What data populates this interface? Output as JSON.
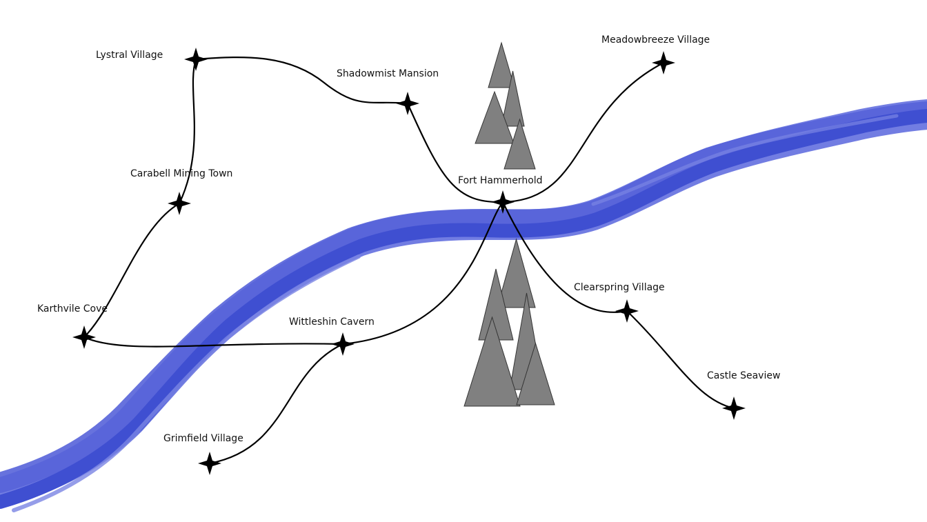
{
  "colors": {
    "background": "#ffffff",
    "river": "#3f4fd1",
    "river_light": "#6a76e0",
    "road": "#000000",
    "mountain_fill": "#808080",
    "mountain_stroke": "#333333",
    "label": "#111111",
    "marker": "#000000"
  },
  "places": [
    {
      "id": "lystral",
      "name": "Lystral Village",
      "icon": "four-point-star-icon"
    },
    {
      "id": "shadowmist",
      "name": "Shadowmist Mansion",
      "icon": "four-point-star-icon"
    },
    {
      "id": "meadowbreeze",
      "name": "Meadowbreeze Village",
      "icon": "four-point-star-icon"
    },
    {
      "id": "carabell",
      "name": "Carabell Mining Town",
      "icon": "four-point-star-icon"
    },
    {
      "id": "hammerhold",
      "name": "Fort Hammerhold",
      "icon": "four-point-star-icon"
    },
    {
      "id": "karthvile",
      "name": "Karthvile Cove",
      "icon": "four-point-star-icon"
    },
    {
      "id": "wittleshin",
      "name": "Wittleshin Cavern",
      "icon": "four-point-star-icon"
    },
    {
      "id": "clearspring",
      "name": "Clearspring Village",
      "icon": "four-point-star-icon"
    },
    {
      "id": "seaview",
      "name": "Castle Seaview",
      "icon": "four-point-star-icon"
    },
    {
      "id": "grimfield",
      "name": "Grimfield Village",
      "icon": "four-point-star-icon"
    }
  ],
  "roads": [
    {
      "from": "lystral",
      "to": "shadowmist"
    },
    {
      "from": "lystral",
      "to": "carabell"
    },
    {
      "from": "carabell",
      "to": "karthvile"
    },
    {
      "from": "karthvile",
      "to": "wittleshin"
    },
    {
      "from": "shadowmist",
      "to": "hammerhold"
    },
    {
      "from": "hammerhold",
      "to": "meadowbreeze"
    },
    {
      "from": "hammerhold",
      "to": "wittleshin"
    },
    {
      "from": "hammerhold",
      "to": "clearspring"
    },
    {
      "from": "clearspring",
      "to": "seaview"
    },
    {
      "from": "wittleshin",
      "to": "grimfield"
    }
  ]
}
